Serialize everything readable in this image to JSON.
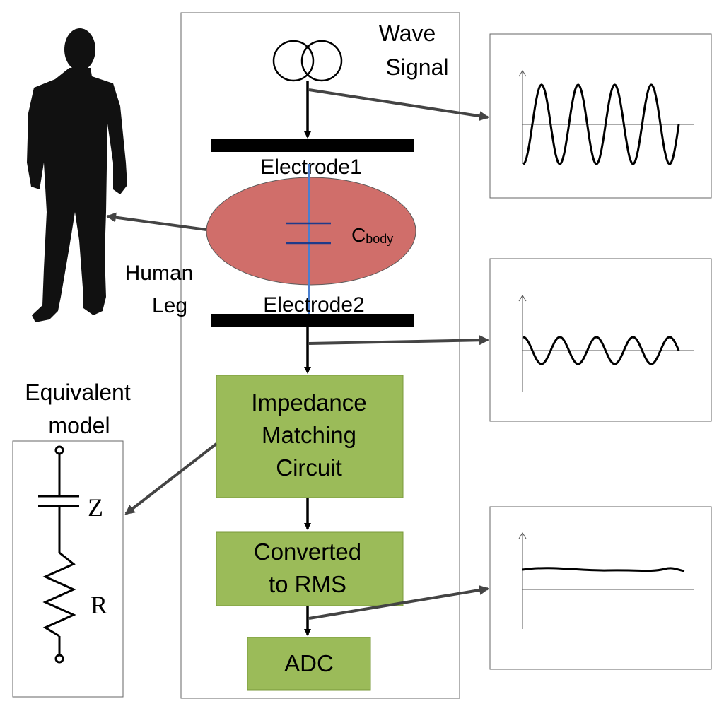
{
  "source": {
    "title_line1": "Wave",
    "title_line2": "Signal"
  },
  "electrodes": {
    "top": "Electrode1",
    "bottom": "Electrode2"
  },
  "capacitor": {
    "symbol": "C",
    "subscript": "body"
  },
  "human": {
    "label_line1": "Human",
    "label_line2": "Leg",
    "icon": "person-silhouette-icon"
  },
  "blocks": {
    "impedance": [
      "Impedance",
      "Matching",
      "Circuit"
    ],
    "rms": [
      "Converted",
      "to RMS"
    ],
    "adc": "ADC"
  },
  "equivalent_model": {
    "title_line1": "Equivalent",
    "title_line2": "model",
    "z_label": "Z",
    "r_label": "R"
  },
  "waveforms": [
    {
      "name": "input-wave",
      "shape": "sine",
      "cycles": 4,
      "amplitude": "large"
    },
    {
      "name": "attenuated-wave",
      "shape": "sine",
      "cycles": 4,
      "amplitude": "small"
    },
    {
      "name": "rms-output",
      "shape": "flat",
      "amplitude": "dc"
    }
  ],
  "colors": {
    "block_fill": "#9bbb59",
    "block_stroke": "#7a9a3a",
    "body_fill": "#d06e6a",
    "capacitor_wire": "#4a7fd0",
    "capacitor_plate": "#1f3a8a",
    "arrow": "#444444"
  }
}
